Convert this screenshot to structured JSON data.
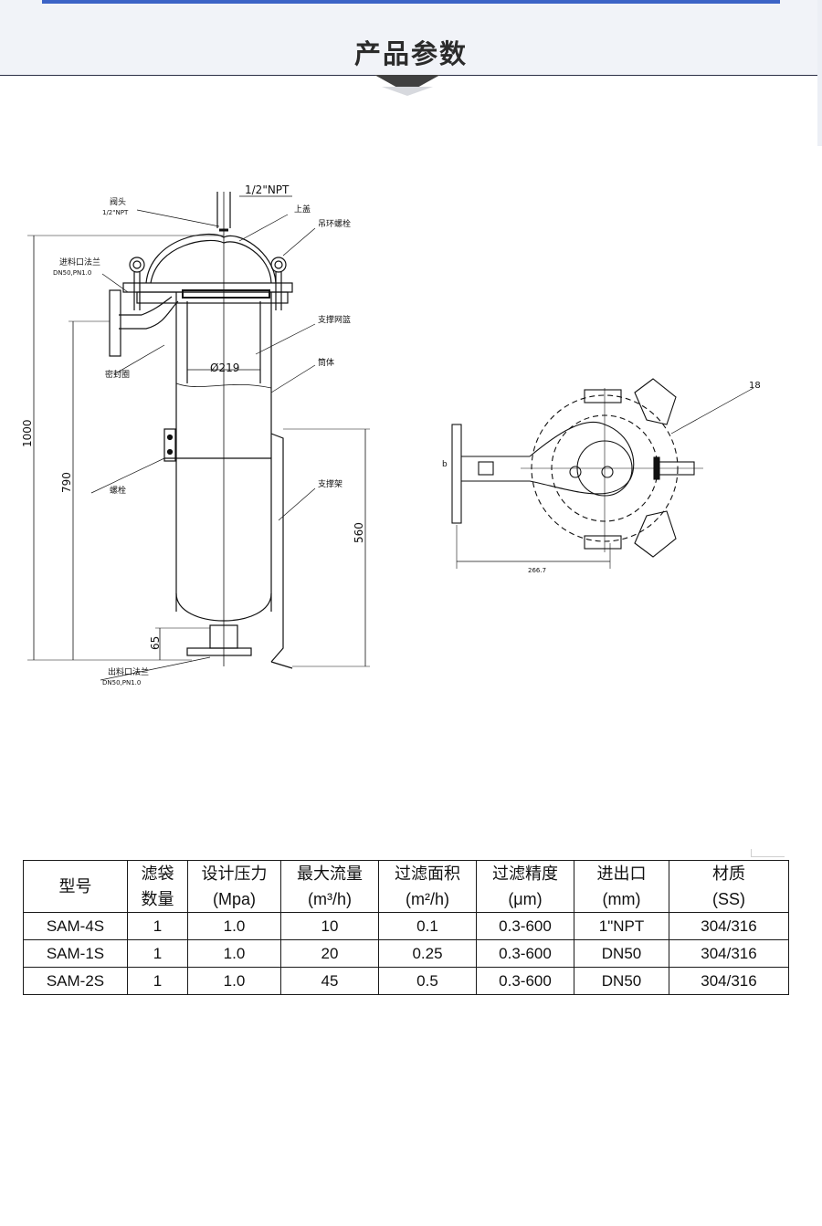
{
  "header": {
    "title": "产品参数"
  },
  "drawing": {
    "labels": {
      "npt_top": "1/2\"NPT",
      "valve": "阀头",
      "valve_spec": "1/2\"NPT",
      "top_cover": "上盖",
      "eye_bolt": "吊环螺栓",
      "inlet_flange": "进料口法兰",
      "inlet_spec": "DN50,PN1.0",
      "support_basket": "支撑网篮",
      "seal_ring": "密封圈",
      "diameter": "Ø219",
      "body": "筒体",
      "bolt": "螺栓",
      "support_frame": "支撑架",
      "outlet_flange": "出料口法兰",
      "outlet_spec": "DN50,PN1.0"
    },
    "dimensions": {
      "total_height": "1000",
      "inlet_height": "790",
      "frame_height": "560",
      "bottom": "65"
    },
    "top_view": {
      "callout": "18",
      "width": "266.7",
      "side": "b"
    }
  },
  "spec_table": {
    "headers": [
      {
        "line1": "型号",
        "line2": ""
      },
      {
        "line1": "滤袋",
        "line2": "数量"
      },
      {
        "line1": "设计压力",
        "line2": "(Mpa)"
      },
      {
        "line1": "最大流量",
        "line2": "(m³/h)"
      },
      {
        "line1": "过滤面积",
        "line2": "(m²/h)"
      },
      {
        "line1": "过滤精度",
        "line2": "(μm)"
      },
      {
        "line1": "进出口",
        "line2": "(mm)"
      },
      {
        "line1": "材质",
        "line2": "(SS)"
      }
    ],
    "rows": [
      [
        "SAM-4S",
        "1",
        "1.0",
        "10",
        "0.1",
        "0.3-600",
        "1\"NPT",
        "304/316"
      ],
      [
        "SAM-1S",
        "1",
        "1.0",
        "20",
        "0.25",
        "0.3-600",
        "DN50",
        "304/316"
      ],
      [
        "SAM-2S",
        "1",
        "1.0",
        "45",
        "0.5",
        "0.3-600",
        "DN50",
        "304/316"
      ]
    ]
  },
  "colors": {
    "accent": "#3c63c6",
    "header_bg": "#f1f3f8",
    "line": "#1a1a1a"
  }
}
